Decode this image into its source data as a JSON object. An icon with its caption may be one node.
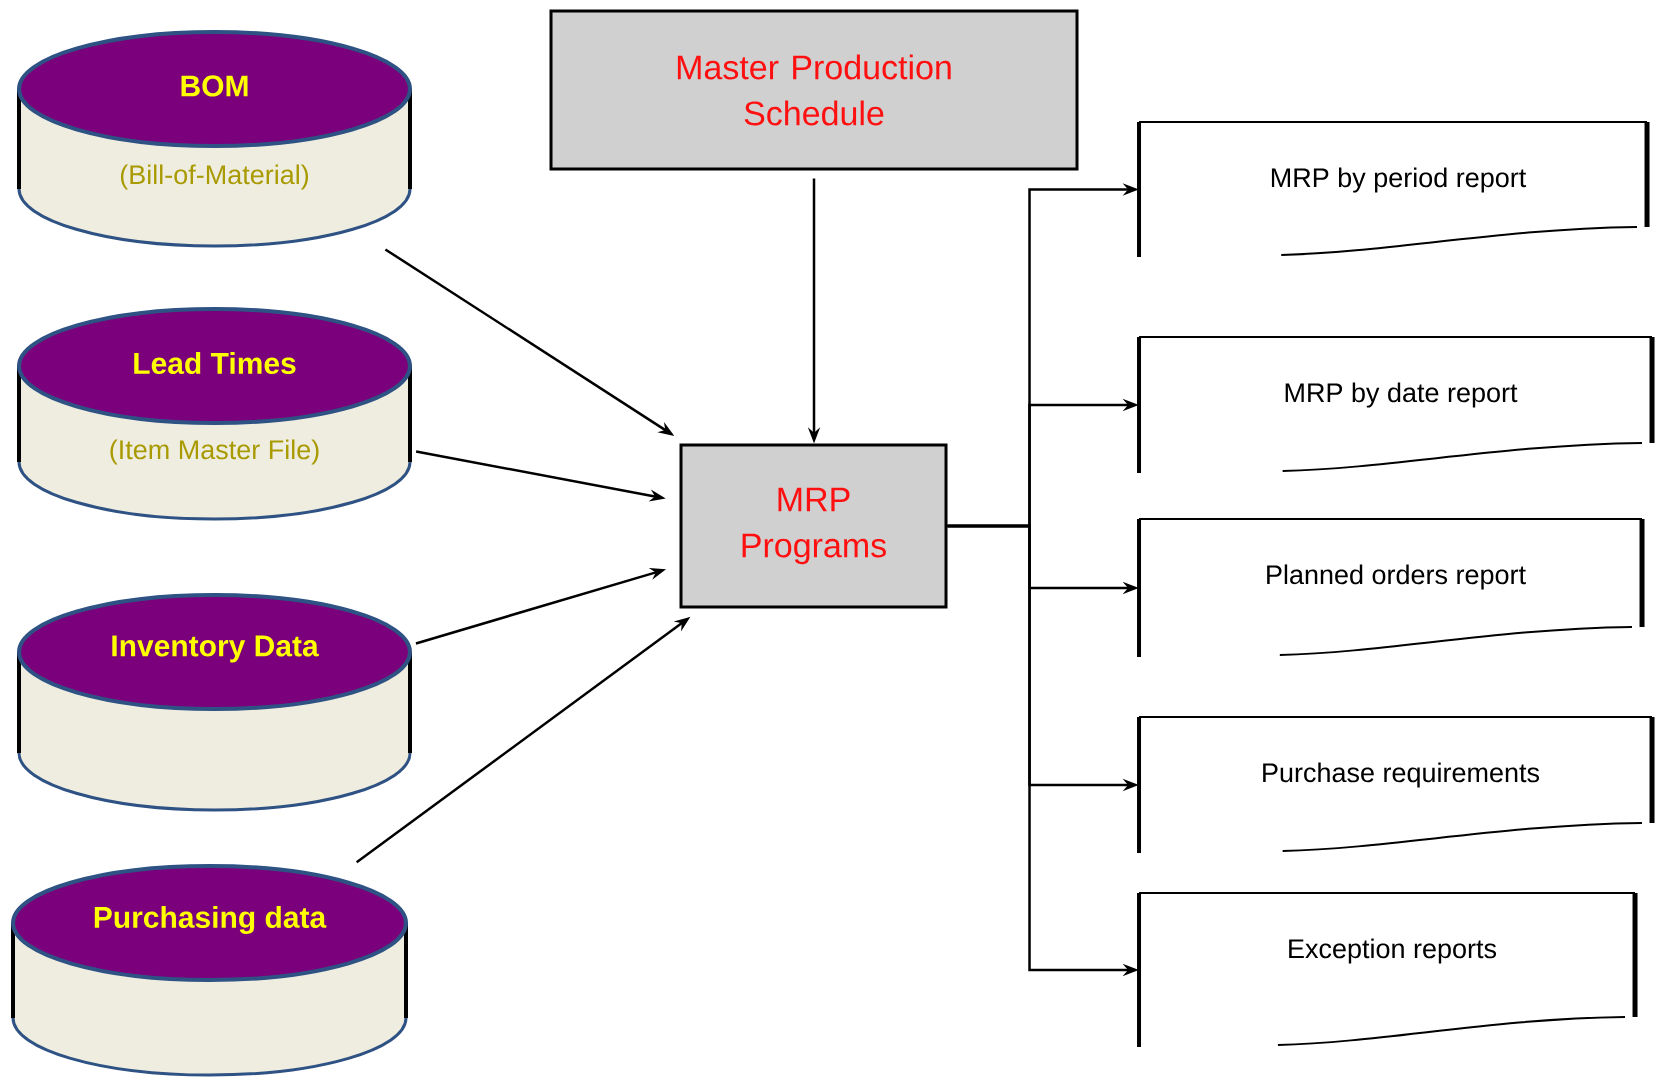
{
  "diagram": {
    "nodes": [
      {
        "text": [
          "BOM",
          "(Bill-of-Material)"
        ]
      },
      {
        "text": [
          "Lead Times",
          "(Item Master File)"
        ]
      },
      {
        "text": [
          "Inventory Data"
        ]
      },
      {
        "text": [
          "Purchasing data"
        ]
      },
      {
        "text": [
          "Master Production Schedule"
        ]
      },
      {
        "text": [
          "MRP Programs"
        ]
      },
      {
        "text": [
          "MRP by period report"
        ]
      },
      {
        "text": [
          "MRP by date report"
        ]
      },
      {
        "text": [
          "Planned orders report"
        ]
      },
      {
        "text": [
          "Purchase requirements"
        ]
      },
      {
        "text": [
          "Exception reports"
        ]
      }
    ],
    "edges": [
      {
        "from": 0,
        "to": 5,
        "arrow": "to"
      },
      {
        "from": 1,
        "to": 5,
        "arrow": "to"
      },
      {
        "from": 2,
        "to": 5,
        "arrow": "to"
      },
      {
        "from": 3,
        "to": 5,
        "arrow": "to"
      },
      {
        "from": 4,
        "to": 5,
        "arrow": "to"
      },
      {
        "from": 5,
        "to": 6,
        "arrow": "to"
      },
      {
        "from": 5,
        "to": 7,
        "arrow": "to"
      },
      {
        "from": 5,
        "to": 8,
        "arrow": "to"
      },
      {
        "from": 5,
        "to": 9,
        "arrow": "to"
      },
      {
        "from": 5,
        "to": 10,
        "arrow": "to"
      }
    ]
  }
}
